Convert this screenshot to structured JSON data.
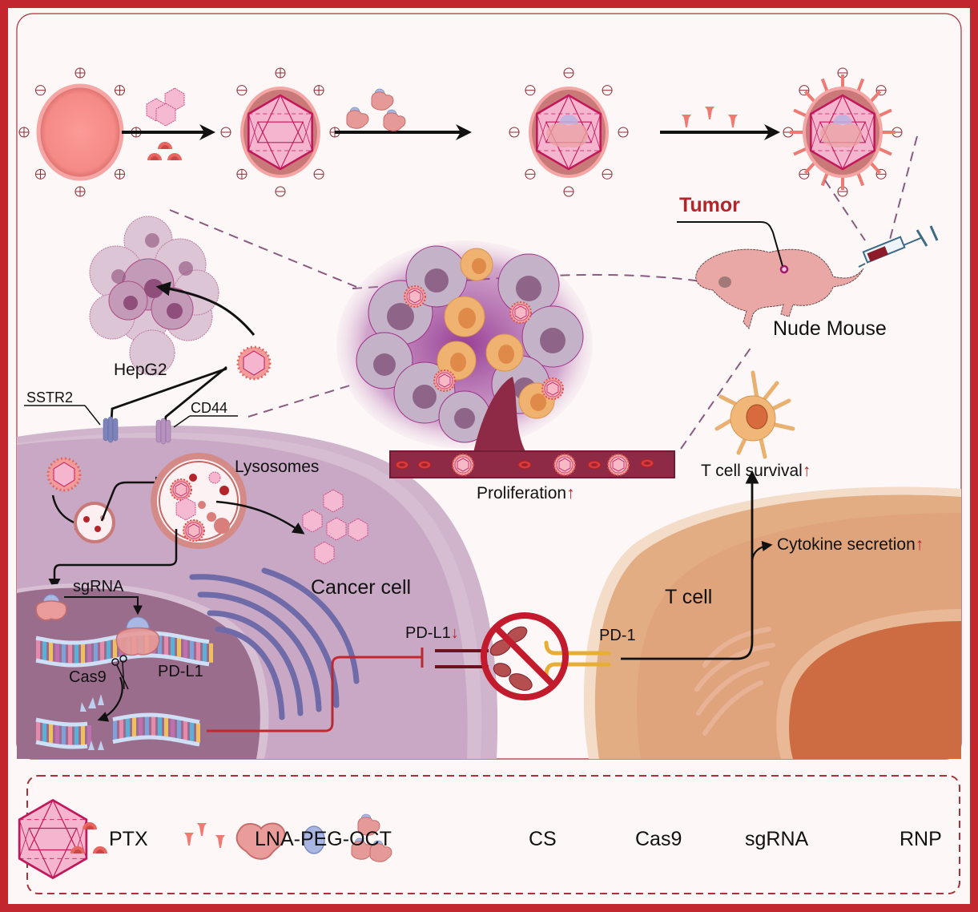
{
  "colors": {
    "frame": "#c1272d",
    "background": "#fdf8f7",
    "accent_red": "#b3252b",
    "cancer_cell": "#cdb0c8",
    "nucleus": "#9a6688",
    "t_cell": "#e0a57a",
    "golgi": "#6f6aa8",
    "vessel": "#8e2a45",
    "nanoparticle": "#f08b87",
    "ptx": "#f5a9c8"
  },
  "synthesis": {
    "steps": [
      {
        "name": "core-particle",
        "charges": [
          "+",
          "+",
          "+",
          "+",
          "+",
          "+",
          "+",
          "-"
        ]
      },
      {
        "name": "ptx-loaded",
        "charges": [
          "+",
          "+",
          "+",
          "-",
          "-",
          "+",
          "-",
          "-"
        ]
      },
      {
        "name": "rnp-loaded",
        "charges": [
          "-",
          "-",
          "-",
          "-",
          "-",
          "-",
          "-",
          "-"
        ]
      },
      {
        "name": "cs-coated",
        "charges": [
          "-",
          "-",
          "-",
          "-",
          "-",
          "-",
          "-",
          "-"
        ]
      }
    ],
    "arrow_reagents": [
      "PTX + LNA-PEG-OCT",
      "RNP",
      "CS"
    ]
  },
  "labels": {
    "tumor": "Tumor",
    "nude_mouse": "Nude Mouse",
    "hepg2": "HepG2",
    "sstr2": "SSTR2",
    "cd44": "CD44",
    "lysosomes": "Lysosomes",
    "proliferation": "Proliferation",
    "t_cell_survival": "T cell survival",
    "cytokine_secretion": "Cytokine secretion",
    "cancer_cell": "Cancer cell",
    "t_cell": "T cell",
    "sgrna": "sgRNA",
    "cas9": "Cas9",
    "pd_l1_gene": "PD-L1",
    "pd_l1": "PD-L1",
    "pd_1": "PD-1",
    "up": "↑",
    "down": "↓"
  },
  "legend": {
    "items": [
      {
        "icon": "ptx-icosahedron-icon",
        "label": "PTX"
      },
      {
        "icon": "lna-peg-oct-icon",
        "label": "LNA-PEG-OCT"
      },
      {
        "icon": "cs-icon",
        "label": "CS"
      },
      {
        "icon": "cas9-icon",
        "label": "Cas9"
      },
      {
        "icon": "sgrna-icon",
        "label": "sgRNA"
      },
      {
        "icon": "rnp-icon",
        "label": "RNP"
      }
    ]
  }
}
